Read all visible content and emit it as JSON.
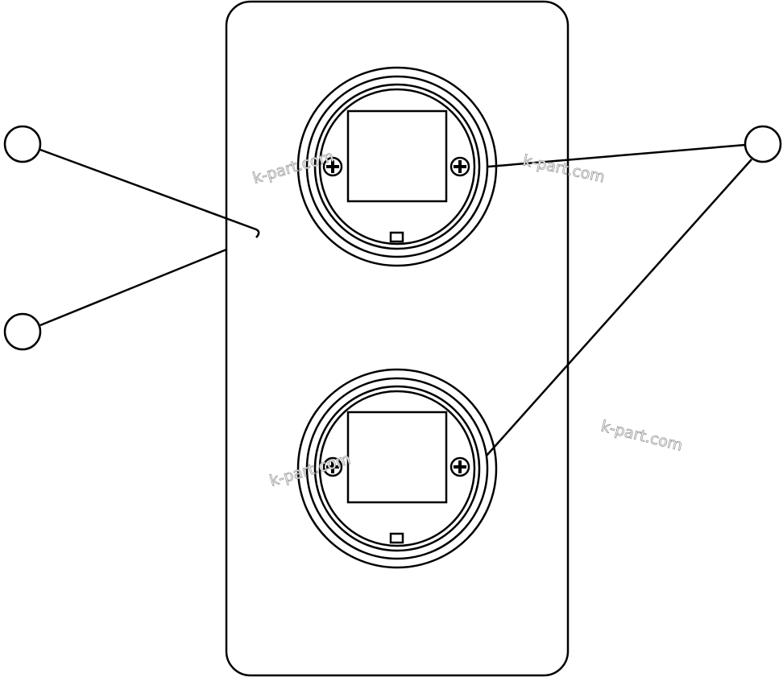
{
  "diagram": {
    "watermark_text": "k-part.com",
    "line_color": "#000000",
    "watermark_color": "#9a9a9a",
    "callout_balloons": [
      {
        "label": ""
      },
      {
        "label": ""
      },
      {
        "label": ""
      }
    ],
    "components": [
      "plate",
      "upper-round-fixture",
      "lower-round-fixture"
    ]
  }
}
